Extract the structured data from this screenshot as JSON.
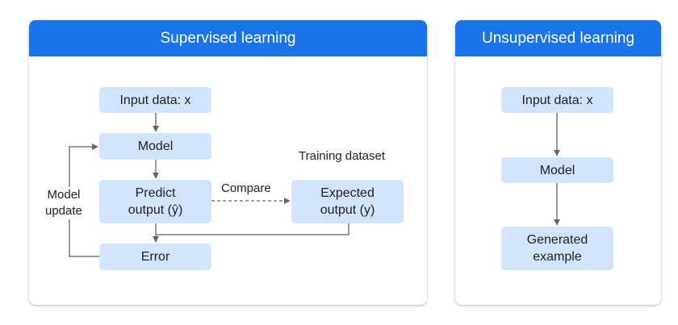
{
  "supervised": {
    "title": "Supervised learning",
    "input": "Input data: x",
    "model": "Model",
    "predict": "Predict\noutput (ŷ)",
    "expected": "Expected\noutput (y)",
    "error": "Error",
    "compare": "Compare",
    "training_dataset": "Training dataset",
    "model_update": "Model\nupdate"
  },
  "unsupervised": {
    "title": "Unsupervised learning",
    "input": "Input data: x",
    "model": "Model",
    "generated": "Generated\nexample"
  },
  "colors": {
    "header": "#1a73e8",
    "box": "#d2e3fc",
    "line": "#5f6368"
  }
}
